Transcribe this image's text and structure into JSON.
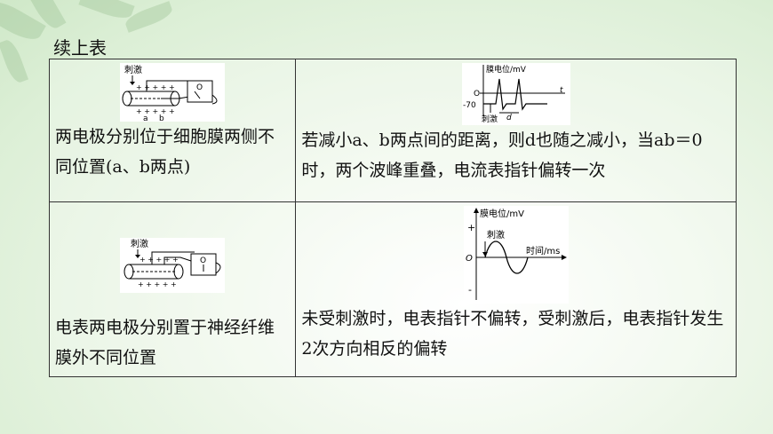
{
  "title": "续上表",
  "rows": [
    {
      "left_fig": {
        "stim_label": "刺激",
        "plus_top": "+ + + + +",
        "plus_bot": "+ + + + +",
        "pt_a": "a",
        "pt_b": "b",
        "meter_label": "O"
      },
      "left_text": "两电极分别位于细胞膜两侧不同位置(a、b两点)",
      "right_fig": {
        "y_label": "膜电位/mV",
        "origin": "O",
        "tick": "-70",
        "x_axis": "t",
        "stim_label": "刺激",
        "d_label": "d"
      },
      "right_text": "若减小a、b两点间的距离，则d也随之减小，当ab＝0时，两个波峰重叠，电流表指针偏转一次"
    },
    {
      "left_fig": {
        "stim_label": "刺激",
        "plus_top": "+ + + + +",
        "plus_bot": "+ + + + +",
        "meter_label": "O"
      },
      "left_text": "电表两电极分别置于神经纤维膜外不同位置",
      "right_fig": {
        "y_label": "膜电位/mV",
        "plus": "+",
        "minus": "-",
        "origin": "O",
        "x_label": "时间/ms",
        "stim_label": "刺激"
      },
      "right_text": "未受刺激时，电表指针不偏转，受刺激后，电表指针发生2次方向相反的偏转"
    }
  ]
}
